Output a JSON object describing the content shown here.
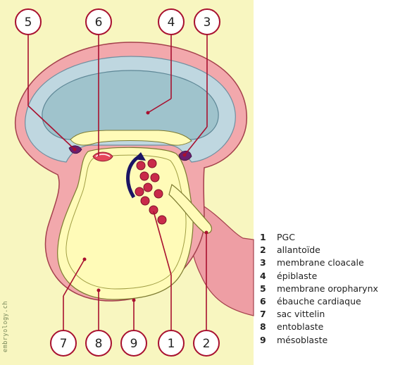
{
  "callouts": [
    "5",
    "6",
    "4",
    "3",
    "7",
    "8",
    "9",
    "1",
    "2"
  ],
  "legend": [
    {
      "num": "1",
      "label": "PGC"
    },
    {
      "num": "2",
      "label": "allantoïde"
    },
    {
      "num": "3",
      "label": "membrane cloacale"
    },
    {
      "num": "4",
      "label": "épiblaste"
    },
    {
      "num": "5",
      "label": "membrane oropharynx"
    },
    {
      "num": "6",
      "label": "ébauche cardiaque"
    },
    {
      "num": "7",
      "label": "sac vittelin"
    },
    {
      "num": "8",
      "label": "entoblaste"
    },
    {
      "num": "9",
      "label": "mésoblaste"
    }
  ],
  "watermark": "embryology.ch",
  "colors": {
    "background": "#f8f6c0",
    "pink_tissue": "#f2a8ac",
    "blue_tissue": "#bfd7e0",
    "blue_inner": "#9fc3cc",
    "yellow_sac": "#fffbb8",
    "leader_line": "#a8102f",
    "pgc_cell": "#c92a4a"
  }
}
